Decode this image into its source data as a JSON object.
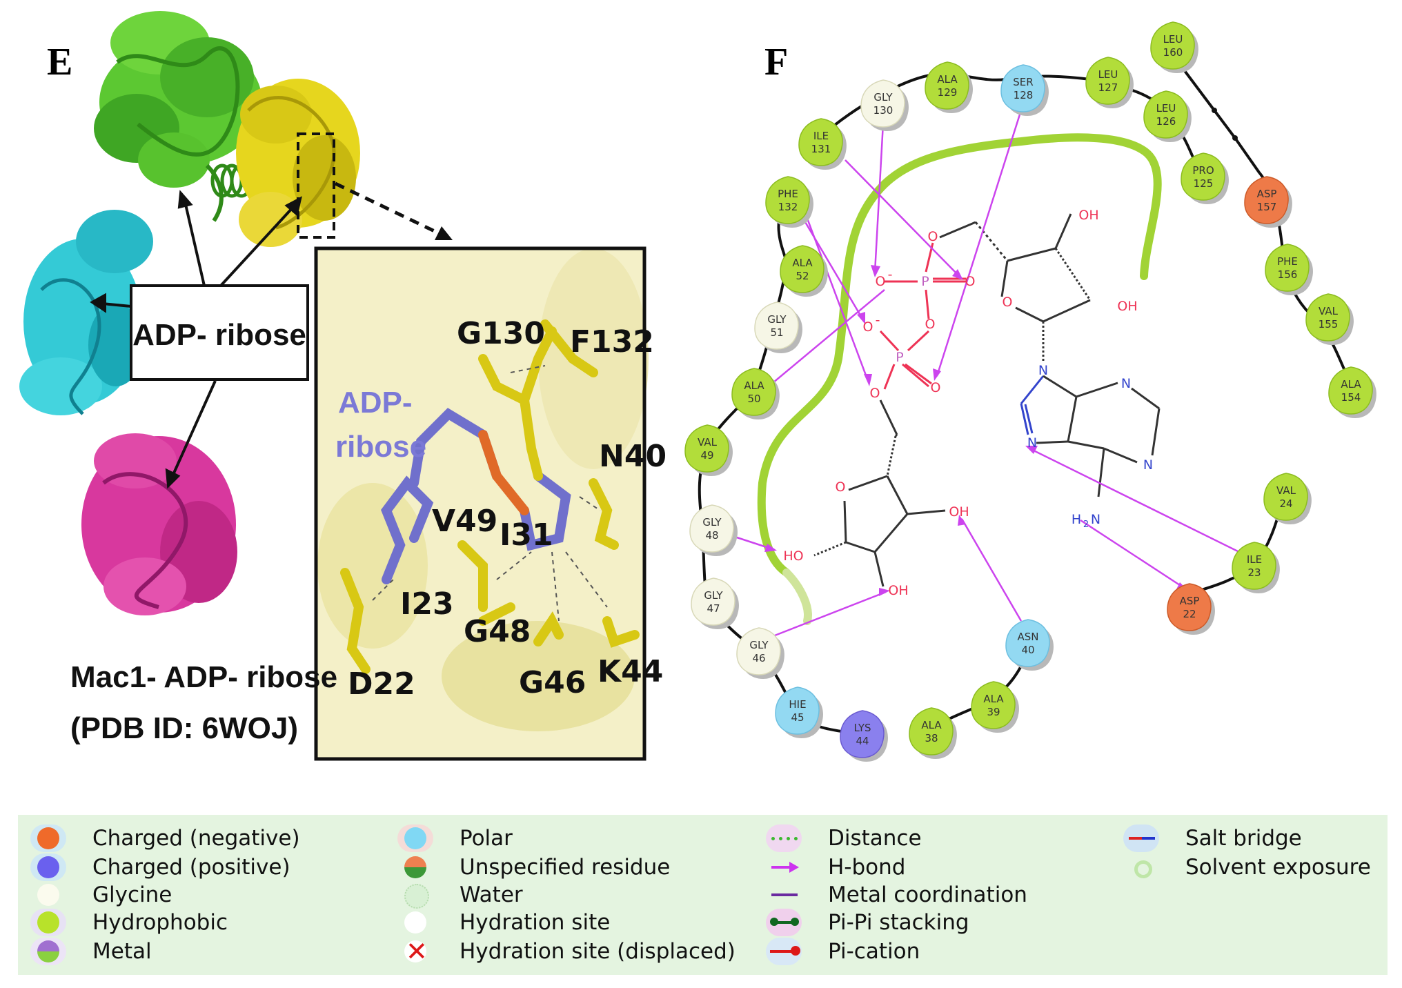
{
  "panels": {
    "e": "E",
    "f": "F"
  },
  "panel_e": {
    "callout": "ADP- ribose",
    "inset_ligand_line1": "ADP-",
    "inset_ligand_line2": "ribose",
    "caption_line1": "Mac1- ADP- ribose",
    "caption_line2": "(PDB ID: 6WOJ)",
    "inset_residues": [
      "G130",
      "F132",
      "N40",
      "V49",
      "I31",
      "I23",
      "G48",
      "D22",
      "G46",
      "K44"
    ]
  },
  "panel_f": {
    "residues": [
      {
        "name": "LEU",
        "num": "160",
        "type": "hydrophobic"
      },
      {
        "name": "ALA",
        "num": "129",
        "type": "hydrophobic"
      },
      {
        "name": "SER",
        "num": "128",
        "type": "polar"
      },
      {
        "name": "LEU",
        "num": "127",
        "type": "hydrophobic"
      },
      {
        "name": "GLY",
        "num": "130",
        "type": "glycine"
      },
      {
        "name": "LEU",
        "num": "126",
        "type": "hydrophobic"
      },
      {
        "name": "ILE",
        "num": "131",
        "type": "hydrophobic"
      },
      {
        "name": "PRO",
        "num": "125",
        "type": "hydrophobic"
      },
      {
        "name": "PHE",
        "num": "132",
        "type": "hydrophobic"
      },
      {
        "name": "ASP",
        "num": "157",
        "type": "negative"
      },
      {
        "name": "ALA",
        "num": "52",
        "type": "hydrophobic"
      },
      {
        "name": "PHE",
        "num": "156",
        "type": "hydrophobic"
      },
      {
        "name": "GLY",
        "num": "51",
        "type": "glycine"
      },
      {
        "name": "VAL",
        "num": "155",
        "type": "hydrophobic"
      },
      {
        "name": "ALA",
        "num": "50",
        "type": "hydrophobic"
      },
      {
        "name": "ALA",
        "num": "154",
        "type": "hydrophobic"
      },
      {
        "name": "VAL",
        "num": "49",
        "type": "hydrophobic"
      },
      {
        "name": "GLY",
        "num": "48",
        "type": "glycine"
      },
      {
        "name": "VAL",
        "num": "24",
        "type": "hydrophobic"
      },
      {
        "name": "ILE",
        "num": "23",
        "type": "hydrophobic"
      },
      {
        "name": "GLY",
        "num": "47",
        "type": "glycine"
      },
      {
        "name": "ASP",
        "num": "22",
        "type": "negative"
      },
      {
        "name": "GLY",
        "num": "46",
        "type": "glycine"
      },
      {
        "name": "ASN",
        "num": "40",
        "type": "polar"
      },
      {
        "name": "HIE",
        "num": "45",
        "type": "polar"
      },
      {
        "name": "ALA",
        "num": "39",
        "type": "hydrophobic"
      },
      {
        "name": "LYS",
        "num": "44",
        "type": "positive"
      },
      {
        "name": "ALA",
        "num": "38",
        "type": "hydrophobic"
      }
    ],
    "atoms": {
      "o": "O",
      "o_minus": "O",
      "minus": "-",
      "p": "P",
      "oh": "OH",
      "ho": "HO",
      "n": "N",
      "h2n_h": "H",
      "h2n_sub": "2",
      "h2n_n": "N"
    }
  },
  "legend": [
    {
      "label": "Charged (negative)",
      "icon": "dot-negative"
    },
    {
      "label": "Charged (positive)",
      "icon": "dot-positive"
    },
    {
      "label": "Glycine",
      "icon": "dot-glycine"
    },
    {
      "label": "Hydrophobic",
      "icon": "dot-hydrophobic"
    },
    {
      "label": "Metal",
      "icon": "dot-metal"
    },
    {
      "label": "Polar",
      "icon": "dot-polar"
    },
    {
      "label": "Unspecified residue",
      "icon": "dot-unspecified"
    },
    {
      "label": "Water",
      "icon": "dot-water"
    },
    {
      "label": "Hydration site",
      "icon": "dot-hydration"
    },
    {
      "label": "Hydration site (displaced)",
      "icon": "x-mark"
    },
    {
      "label": "Distance",
      "icon": "dotted-green-line"
    },
    {
      "label": "H-bond",
      "icon": "magenta-arrow"
    },
    {
      "label": "Metal coordination",
      "icon": "purple-line"
    },
    {
      "label": "Pi-Pi stacking",
      "icon": "green-dumbbell"
    },
    {
      "label": "Pi-cation",
      "icon": "red-line-dot"
    },
    {
      "label": "Salt bridge",
      "icon": "red-blue-line"
    },
    {
      "label": "Solvent exposure",
      "icon": "green-ring"
    }
  ],
  "colors": {
    "hydrophobic": "#a8d838",
    "polar": "#8fd8f2",
    "glycine": "#f5f5e8",
    "negative": "#ef7a45",
    "positive": "#8a7cf0",
    "hbond": "#cc44ee",
    "ligand_o": "#ee3355",
    "ligand_p": "#c060c0",
    "ligand_n": "#3344cc"
  }
}
